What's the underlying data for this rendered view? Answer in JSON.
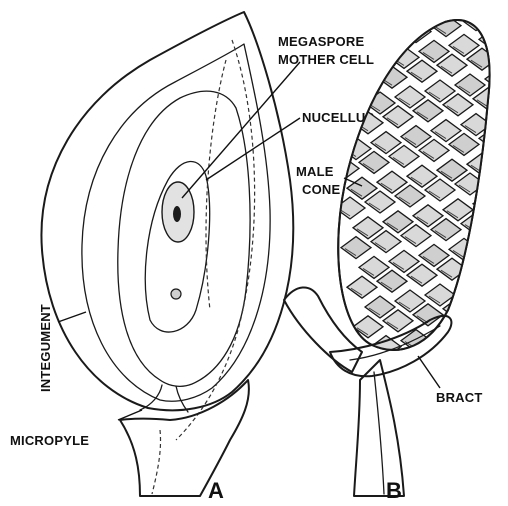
{
  "figure_a": {
    "panel_label": "A",
    "labels": {
      "megaspore_line1": "MEGASPORE",
      "megaspore_line2": "MOTHER CELL",
      "nucellus": "NUCELLUS",
      "integument": "INTEGUMENT",
      "micropyle": "MICROPYLE"
    }
  },
  "figure_b": {
    "panel_label": "B",
    "labels": {
      "male_line1": "MALE",
      "male_line2": "CONE",
      "bract": "BRACT"
    }
  },
  "colors": {
    "ink": "#1a1a1a",
    "scale_fill": "#d9d9d9",
    "tissue_fill": "#efefef"
  }
}
